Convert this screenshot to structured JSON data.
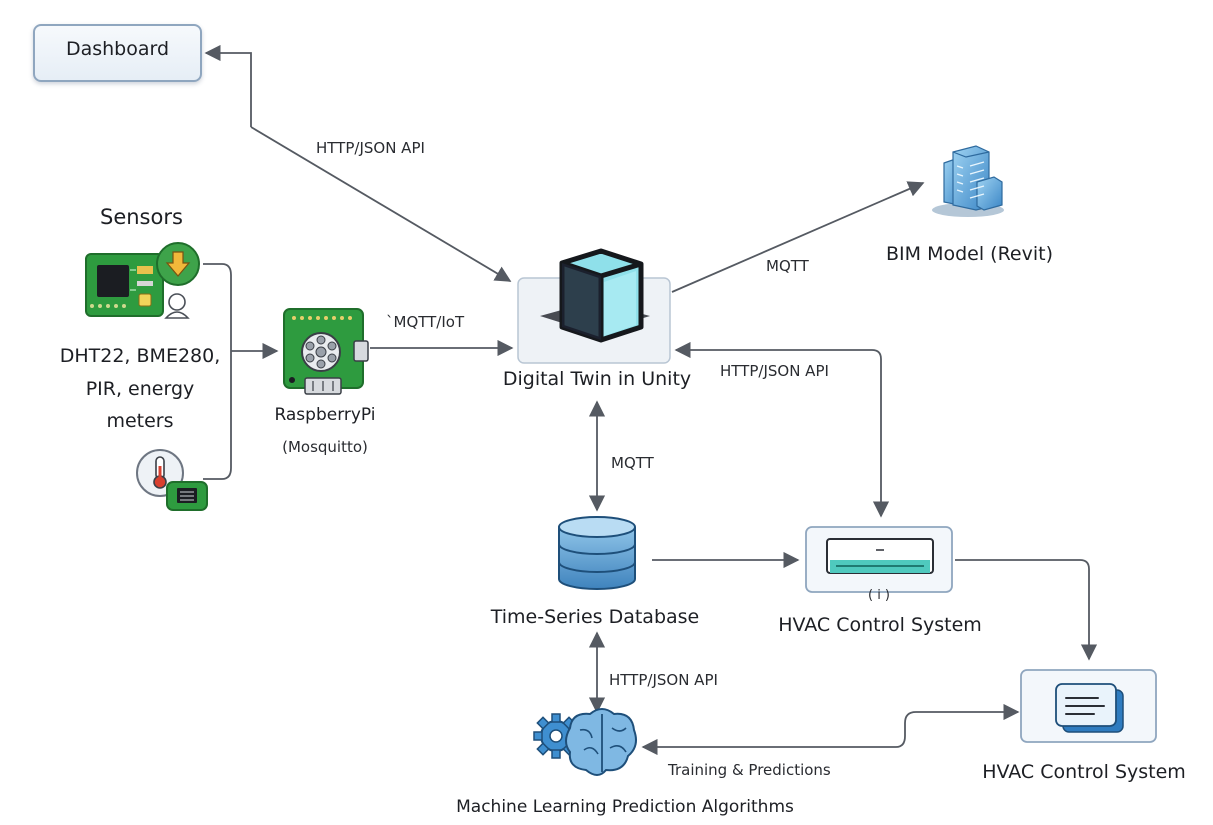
{
  "nodes": {
    "dashboard": "Dashboard",
    "sensors_title": "Sensors",
    "sensors_list": [
      "DHT22, BME280,",
      "PIR, energy",
      "meters"
    ],
    "raspberry_name": "RaspberryPi",
    "raspberry_sub": "(Mosquitto)",
    "digital_twin": "Digital Twin in Unity",
    "bim_model": "BIM Model (Revit)",
    "time_series_db": "Time-Series Database",
    "hvac_1": "HVAC Control System",
    "hvac_2": "HVAC Control System",
    "ml": "Machine Learning Prediction Algorithms",
    "hvac_panel_text": "( i )"
  },
  "edges": {
    "dashboard_twin": "HTTP/JSON API",
    "pi_twin": "`MQTT/IoT",
    "twin_bim": "MQTT",
    "twin_hvac": "HTTP/JSON API",
    "twin_db": "MQTT",
    "db_ml": "HTTP/JSON API",
    "ml_hvac": "Training & Predictions"
  },
  "icons": {
    "dashboard": "dashboard-box",
    "sensor_board": "circuit-board-icon",
    "sensor_download": "download-arrow-icon",
    "thermometer": "thermometer-icon",
    "raspberry": "raspberry-pi-board-icon",
    "twin": "cube-icon",
    "bim": "buildings-icon",
    "database": "database-icon",
    "hvac_unit": "air-conditioner-icon",
    "hvac_airflow": "airflow-icon",
    "ml_gear": "gear-icon",
    "ml_brain": "brain-icon"
  },
  "colors": {
    "arrow": "#555a62",
    "box_border": "#8fa6bf",
    "pcb_green": "#2e9b3f",
    "cube_glass": "#8fe0ea",
    "ml_blue": "#3f8fd0"
  }
}
